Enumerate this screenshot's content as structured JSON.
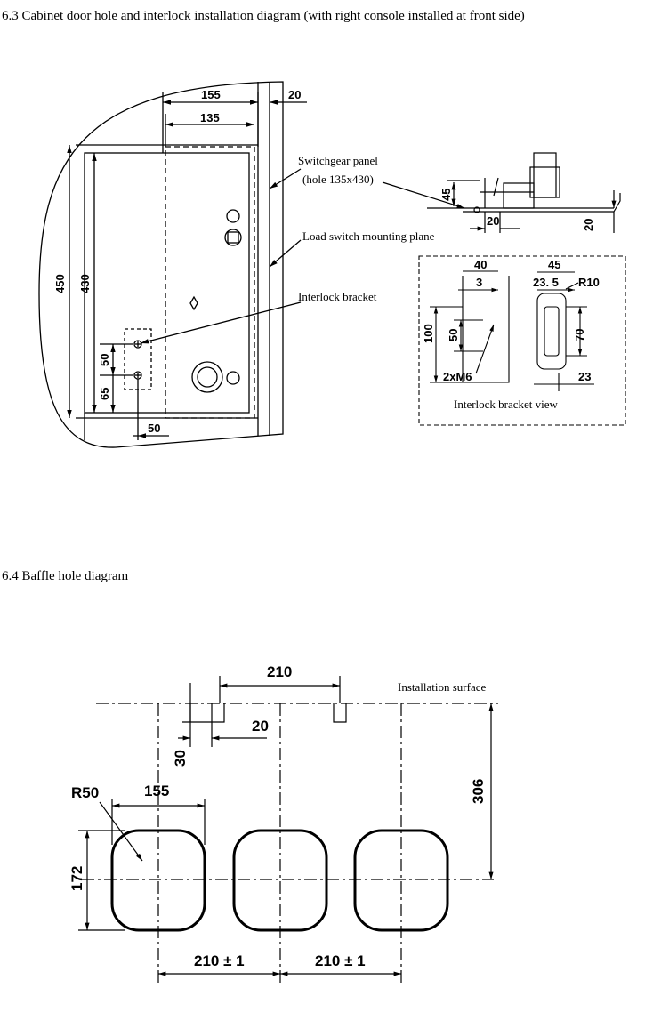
{
  "section_63": {
    "title": "6.3 Cabinet door hole and interlock installation diagram (with right console installed at front side)",
    "labels": {
      "switchgear_panel": "Switchgear panel",
      "hole_size": "(hole 135x430)",
      "load_switch_plane": "Load switch mounting plane",
      "interlock_bracket": "Interlock bracket",
      "bracket_view": "Interlock bracket view"
    },
    "dims": {
      "d155": "155",
      "d20_top": "20",
      "d135": "135",
      "d450": "450",
      "d430": "430",
      "d50_left": "50",
      "d65": "65",
      "d50_bottom": "50",
      "side_45": "45",
      "side_20_a": "20",
      "side_20_b": "20",
      "bv_40": "40",
      "bv_3": "3",
      "bv_45": "45",
      "bv_23_5": "23. 5",
      "bv_r10": "R10",
      "bv_100": "100",
      "bv_50": "50",
      "bv_70": "70",
      "bv_2xm6": "2xM6",
      "bv_23": "23"
    }
  },
  "section_64": {
    "title": "6.4 Baffle hole diagram",
    "labels": {
      "installation_surface": "Installation surface"
    },
    "dims": {
      "d210": "210",
      "d20": "20",
      "d30": "30",
      "r50": "R50",
      "d155": "155",
      "d306": "306",
      "d172": "172",
      "d210pm1_a": "210 ± 1",
      "d210pm1_b": "210 ± 1"
    }
  }
}
